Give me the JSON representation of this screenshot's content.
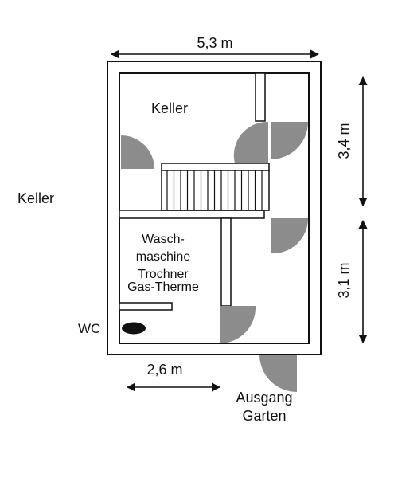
{
  "labels": {
    "outside_left": "Keller",
    "upper_room": "Keller",
    "utility_line1": "Wasch-",
    "utility_line2": "maschine",
    "utility_line3": "Trochner",
    "utility_line4": "Gas-Therme",
    "wc": "WC",
    "exit_line1": "Ausgang",
    "exit_line2": "Garten"
  },
  "dimensions": {
    "width_total": "5,3 m",
    "height_upper": "3,4 m",
    "height_lower": "3,1 m",
    "width_lower": "2,6 m"
  },
  "colors": {
    "wall": "#111111",
    "door_swing": "#8c8c8c"
  }
}
